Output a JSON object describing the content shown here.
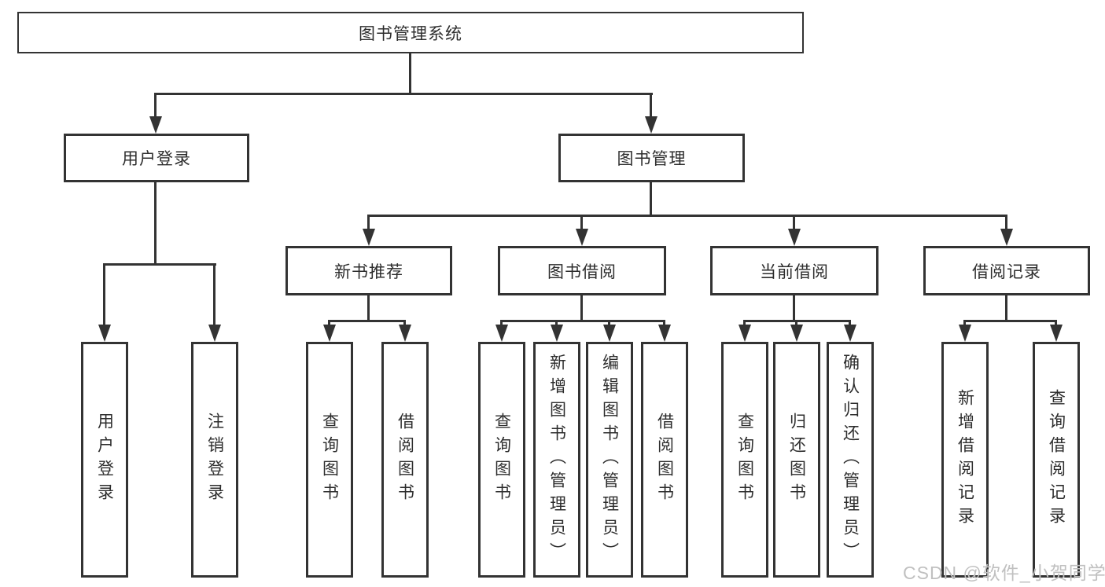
{
  "colors": {
    "line": "#333333",
    "text": "#2d2d2d",
    "box_background": "#ffffff",
    "watermark": "#c0c0c0"
  },
  "diagram": {
    "root": {
      "label": "图书管理系统"
    },
    "level2": {
      "user_login": {
        "label": "用户登录"
      },
      "book_management": {
        "label": "图书管理"
      }
    },
    "level3": {
      "new_book_recommendation": {
        "label": "新书推荐"
      },
      "book_borrowing": {
        "label": "图书借阅"
      },
      "current_borrowing": {
        "label": "当前借阅"
      },
      "borrowing_records": {
        "label": "借阅记录"
      }
    },
    "leaves": {
      "user_login": [
        {
          "label": "用户登录"
        },
        {
          "label": "注销登录"
        }
      ],
      "new_book_recommendation": [
        {
          "label": "查询图书"
        },
        {
          "label": "借阅图书"
        }
      ],
      "book_borrowing": [
        {
          "label": "查询图书"
        },
        {
          "label": "新增图书（管理员）"
        },
        {
          "label": "编辑图书（管理员）"
        },
        {
          "label": "借阅图书"
        }
      ],
      "current_borrowing": [
        {
          "label": "查询图书"
        },
        {
          "label": "归还图书"
        },
        {
          "label": "确认归还（管理员）"
        }
      ],
      "borrowing_records": [
        {
          "label": "新增借阅记录"
        },
        {
          "label": "查询借阅记录"
        }
      ]
    }
  },
  "watermark": {
    "text": "CSDN @软件_小贺同学"
  }
}
